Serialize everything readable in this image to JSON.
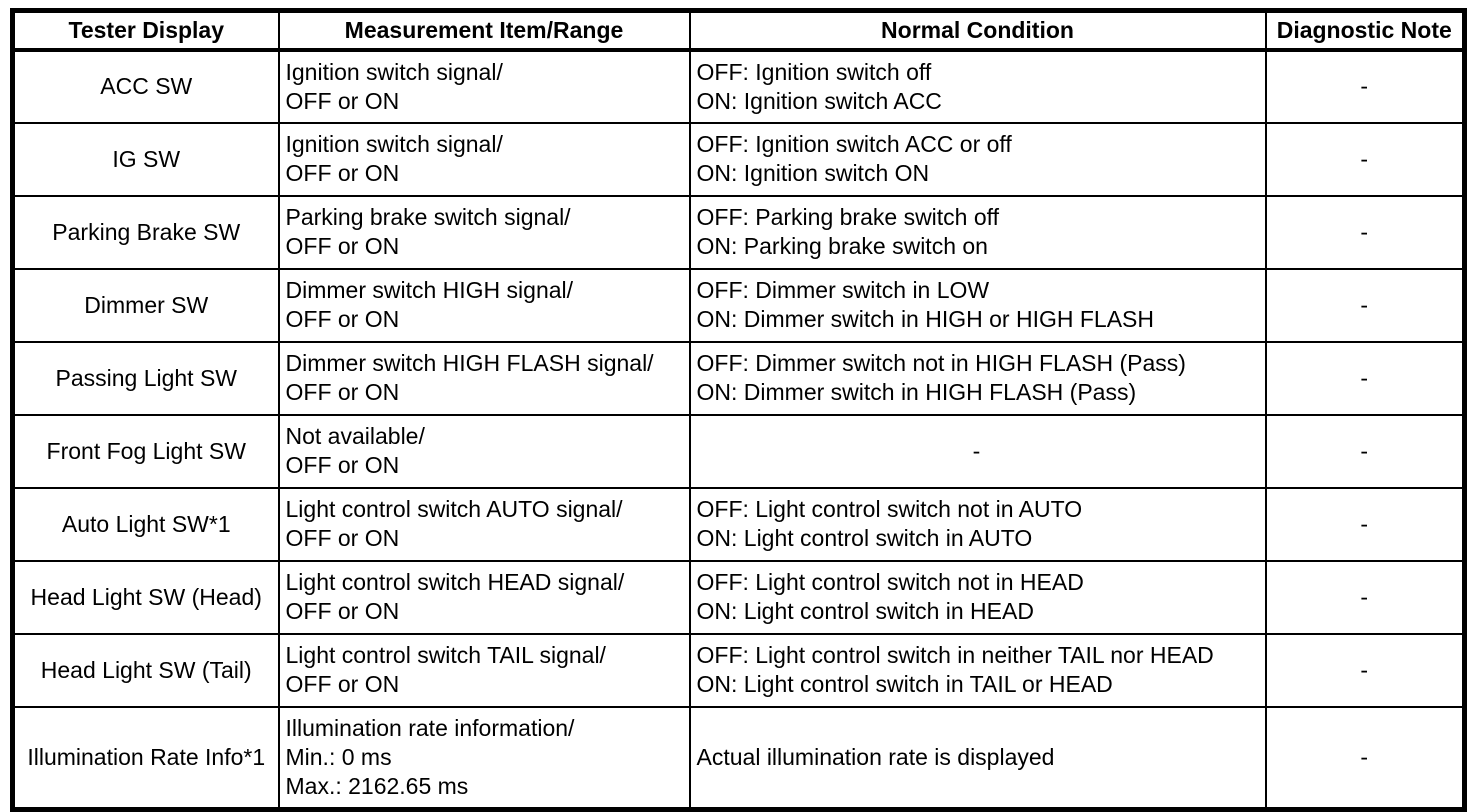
{
  "table": {
    "headers": [
      "Tester Display",
      "Measurement Item/Range",
      "Normal Condition",
      "Diagnostic Note"
    ],
    "rows": [
      {
        "tester_display": "ACC SW",
        "measurement": "Ignition switch signal/\nOFF or ON",
        "condition": "OFF: Ignition switch off\nON: Ignition switch ACC",
        "note": "-"
      },
      {
        "tester_display": "IG SW",
        "measurement": "Ignition switch signal/\nOFF or ON",
        "condition": "OFF: Ignition switch ACC or off\nON: Ignition switch ON",
        "note": "-"
      },
      {
        "tester_display": "Parking Brake SW",
        "measurement": "Parking brake switch signal/\nOFF or ON",
        "condition": "OFF: Parking brake switch off\nON: Parking brake switch on",
        "note": "-"
      },
      {
        "tester_display": "Dimmer SW",
        "measurement": "Dimmer switch HIGH signal/\nOFF or ON",
        "condition": "OFF: Dimmer switch in LOW\nON: Dimmer switch in HIGH or HIGH FLASH",
        "note": "-"
      },
      {
        "tester_display": "Passing Light SW",
        "measurement": "Dimmer switch HIGH FLASH signal/\nOFF or ON",
        "condition": "OFF: Dimmer switch not in HIGH FLASH (Pass)\nON: Dimmer switch in HIGH FLASH (Pass)",
        "note": "-"
      },
      {
        "tester_display": "Front Fog Light SW",
        "measurement": "Not available/\nOFF or ON",
        "condition": "-",
        "note": "-"
      },
      {
        "tester_display": "Auto Light SW*1",
        "measurement": "Light control switch AUTO signal/\nOFF or ON",
        "condition": "OFF: Light control switch not in AUTO\nON: Light control switch in AUTO",
        "note": "-"
      },
      {
        "tester_display": "Head Light SW (Head)",
        "measurement": "Light control switch HEAD signal/\nOFF or ON",
        "condition": "OFF: Light control switch not in HEAD\nON: Light control switch in HEAD",
        "note": "-"
      },
      {
        "tester_display": "Head Light SW (Tail)",
        "measurement": "Light control switch TAIL signal/\nOFF or ON",
        "condition": "OFF: Light control switch in neither TAIL nor HEAD\nON: Light control switch in TAIL or HEAD",
        "note": "-"
      },
      {
        "tester_display": "Illumination Rate Info*1",
        "measurement": "Illumination rate information/\nMin.: 0 ms\nMax.: 2162.65 ms",
        "condition": "Actual illumination rate is displayed",
        "note": "-"
      }
    ]
  }
}
